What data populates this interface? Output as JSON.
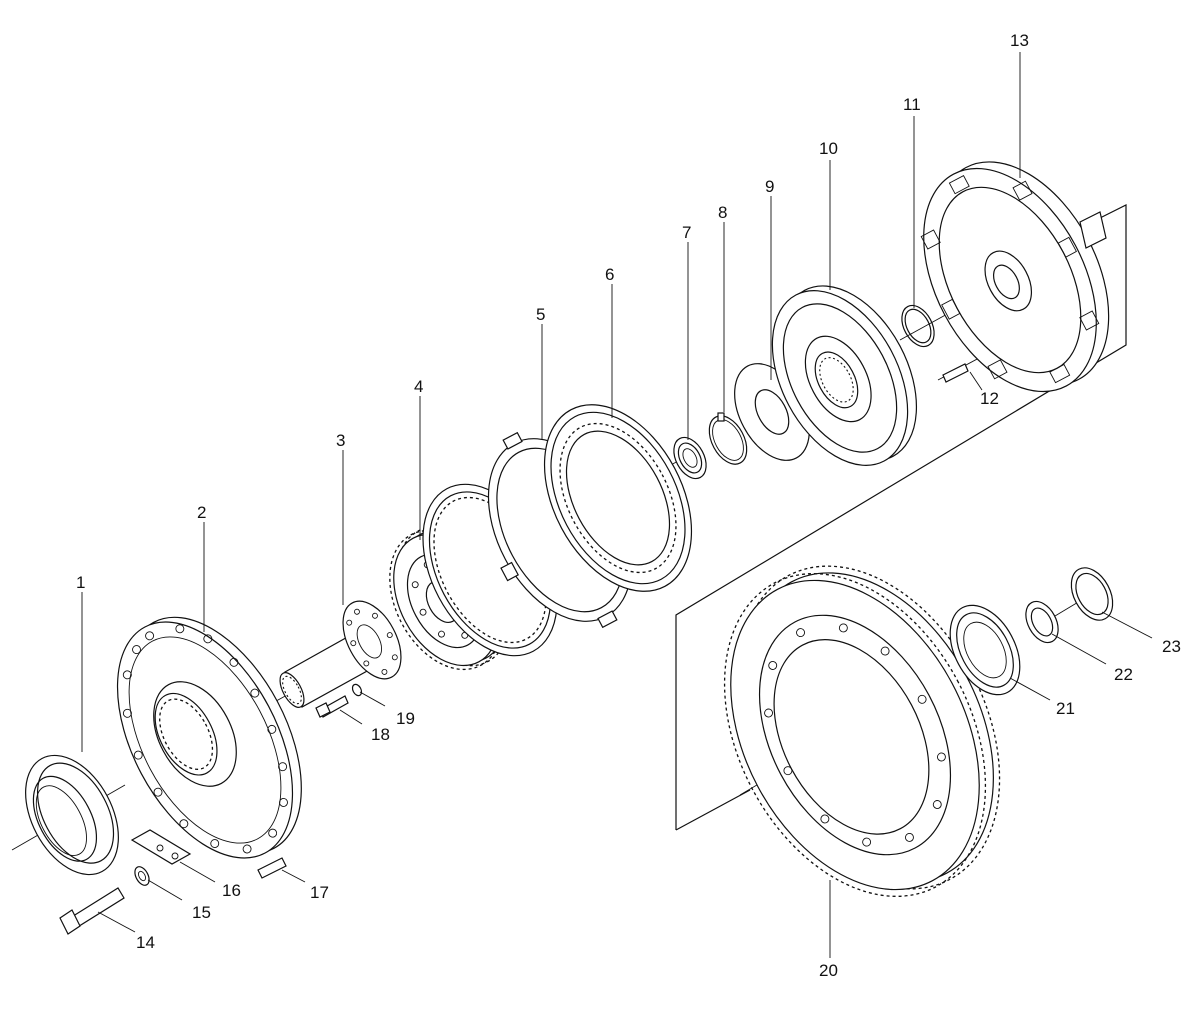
{
  "callouts": [
    {
      "n": "1"
    },
    {
      "n": "2"
    },
    {
      "n": "3"
    },
    {
      "n": "4"
    },
    {
      "n": "5"
    },
    {
      "n": "6"
    },
    {
      "n": "7"
    },
    {
      "n": "8"
    },
    {
      "n": "9"
    },
    {
      "n": "10"
    },
    {
      "n": "11"
    },
    {
      "n": "12"
    },
    {
      "n": "13"
    },
    {
      "n": "14"
    },
    {
      "n": "15"
    },
    {
      "n": "16"
    },
    {
      "n": "17"
    },
    {
      "n": "18"
    },
    {
      "n": "19"
    },
    {
      "n": "20"
    },
    {
      "n": "21"
    },
    {
      "n": "22"
    },
    {
      "n": "23"
    }
  ]
}
